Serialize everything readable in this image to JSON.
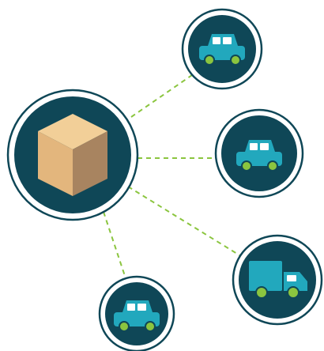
{
  "illustration": {
    "hub": {
      "icon": "package-box-icon"
    },
    "nodes": [
      {
        "id": "car-top",
        "icon": "car-icon"
      },
      {
        "id": "car-right",
        "icon": "car-icon"
      },
      {
        "id": "truck",
        "icon": "delivery-truck-icon"
      },
      {
        "id": "car-bottom",
        "icon": "car-icon"
      }
    ],
    "connector_style": "dashed"
  },
  "colors": {
    "background": "#ffffff",
    "circle_fill": "#0f4757",
    "circle_ring": "#0f4757",
    "vehicle_body": "#22a8bd",
    "vehicle_window": "#ffffff",
    "wheel": "#8bc53f",
    "connector": "#8bc53f",
    "box_left": "#e8be86",
    "box_right": "#a88460",
    "box_top": "#f2cf98"
  }
}
